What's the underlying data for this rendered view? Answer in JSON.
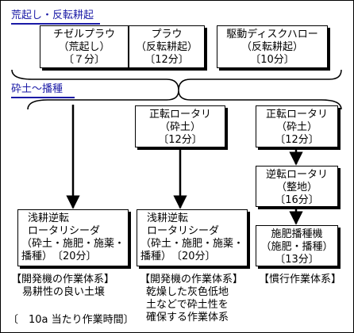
{
  "sections": {
    "primary_tillage": "荒起し・反転耕起",
    "seedbed": "砕土～播種"
  },
  "primary_tillage_boxes": [
    {
      "lines": [
        "チゼルプラウ",
        "（荒起し）",
        "〔７分〕"
      ]
    },
    {
      "lines": [
        "プラウ",
        "（反転耕起）",
        "〔12分〕"
      ]
    },
    {
      "lines": [
        "駆動ディスクハロー",
        "（反転耕起）",
        "〔10分〕"
      ]
    }
  ],
  "col1_box": {
    "lines": [
      "浅耕逆転",
      "ロータリシーダ",
      "（砕土・施肥・施薬・",
      "播種）　〔20分〕"
    ]
  },
  "col2_boxes": [
    {
      "lines": [
        "正転ロータリ",
        "（砕土）",
        "〔12分〕"
      ]
    },
    {
      "lines": [
        "浅耕逆転",
        "ロータリシーダ",
        "（砕土・施肥・施薬・",
        "播種）　〔20分〕"
      ]
    }
  ],
  "col3_boxes": [
    {
      "lines": [
        "正転ロータリ",
        "（砕土）",
        "〔12分〕"
      ]
    },
    {
      "lines": [
        "逆転ロータリ",
        "（整地）",
        "〔16分〕"
      ]
    },
    {
      "lines": [
        "施肥播種機",
        "（施肥・播種）",
        "〔13分〕"
      ]
    }
  ],
  "captions": {
    "col1": [
      "【開発機の作業体系】",
      "易耕性の良い土壌"
    ],
    "col2": [
      "【開発機の作業体系】",
      "乾燥した灰色低地",
      "土などで砕土性を",
      "確保する作業体系"
    ],
    "col3": [
      "【慣行作業体系】"
    ]
  },
  "footnote": "〔　10a 当たり作業時間〕"
}
